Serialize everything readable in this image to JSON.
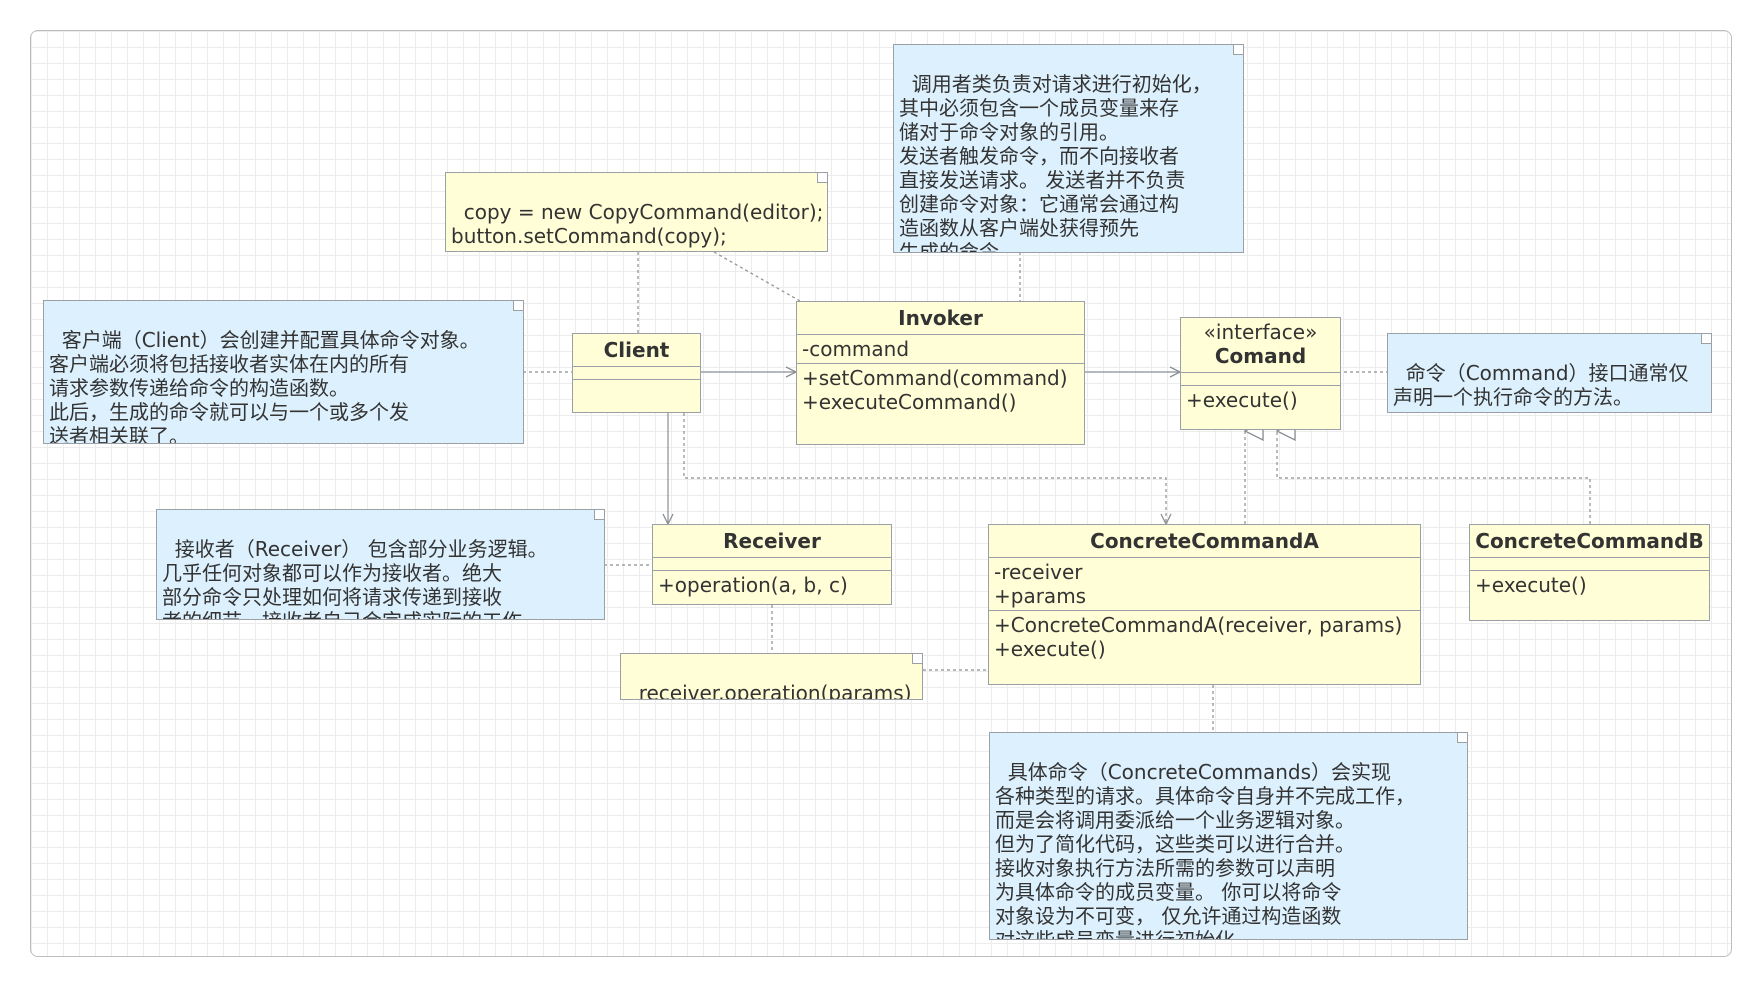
{
  "notes": {
    "invoker_note": "调用者类负责对请求进行初始化，\n其中必须包含一个成员变量来存\n储对于命令对象的引用。\n发送者触发命令，而不向接收者\n直接发送请求。 发送者并不负责\n创建命令对象：它通常会通过构\n造函数从客户端处获得预先\n生成的命令。",
    "client_code": "copy = new CopyCommand(editor);\nbutton.setCommand(copy);",
    "client_note": "客户端（Client）会创建并配置具体命令对象。\n客户端必须将包括接收者实体在内的所有\n请求参数传递给命令的构造函数。\n此后，生成的命令就可以与一个或多个发\n送者相关联了。",
    "command_note": "命令（Command）接口通常仅\n声明一个执行命令的方法。",
    "receiver_note": "接收者（Receiver） 包含部分业务逻辑。\n几乎任何对象都可以作为接收者。绝大\n部分命令只处理如何将请求传递到接收\n者的细节，接收者自己会完成实际的工作。",
    "receiver_code": "receiver.operation(params)",
    "concrete_note": "具体命令（ConcreteCommands）会实现\n各种类型的请求。具体命令自身并不完成工作，\n而是会将调用委派给一个业务逻辑对象。\n但为了简化代码，这些类可以进行合并。\n接收对象执行方法所需的参数可以声明\n为具体命令的成员变量。 你可以将命令\n对象设为不可变， 仅允许通过构造函数\n对这些成员变量进行初始化。"
  },
  "classes": {
    "client": {
      "name": "Client"
    },
    "invoker": {
      "name": "Invoker",
      "fields": [
        "-command"
      ],
      "methods": [
        "+setCommand(command)",
        "+executeCommand()"
      ]
    },
    "command": {
      "stereotype": "«interface»",
      "name": "Comand",
      "methods": [
        "+execute()"
      ]
    },
    "receiver": {
      "name": "Receiver",
      "methods": [
        "+operation(a, b, c)"
      ]
    },
    "concrete_a": {
      "name": "ConcreteCommandA",
      "fields": [
        "-receiver",
        "+params"
      ],
      "methods": [
        "+ConcreteCommandA(receiver, params)",
        "+execute()"
      ]
    },
    "concrete_b": {
      "name": "ConcreteCommandB",
      "methods": [
        "+execute()"
      ]
    }
  },
  "colors": {
    "note_blue": "#dcf0fd",
    "note_yellow": "#fffed6",
    "class_fill": "#fffed6",
    "line": "#8a8f94"
  }
}
